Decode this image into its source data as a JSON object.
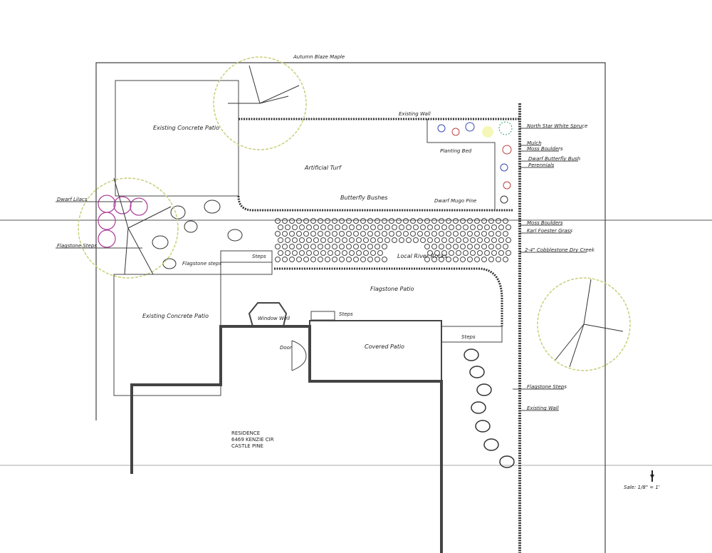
{
  "labels": {
    "autumn_blaze_maple": "Autumn Blaze Maple",
    "existing_wall_top": "Existing Wall",
    "existing_concrete_patio_top": "Existing Concrete Patio",
    "artificial_turf": "Artificial Turf",
    "planting_bed": "Planting Bed",
    "butterfly_bushes": "Butterfly Bushes",
    "dwarf_mugo_pine": "Dwarf Mugo Pine",
    "north_star_white_spruce": "North Star White Spruce",
    "mulch": "Mulch",
    "moss_boulders_1": "Moss Boulders",
    "dwarf_butterfly_bush": "Dwarf Butterfly Bush",
    "perennials": "Perennials",
    "moss_boulders_2": "Moss Boulders",
    "karl_foerster_grass": "Karl Foester Grass",
    "cobblestone_dry_creek": "2-4\" Cobblestone Dry Creek",
    "dwarf_lilacs": "Dwarf Lilacs",
    "flagstone_steps_left": "Flagstone Steps",
    "flagstone_steps_mid": "Flagstone steps",
    "steps_top": "Steps",
    "local_river_rocks": "Local River Rocks",
    "flagstone_patio": "Flagstone Patio",
    "existing_concrete_patio_bottom": "Existing Concrete Patio",
    "window_well": "Window Well",
    "steps_small": "Steps",
    "door": "Door",
    "covered_patio": "Covered Patio",
    "steps_right": "Steps",
    "flagstone_steps_right": "Flagstone Steps",
    "existing_wall_right": "Existing Wall",
    "residence": "RESIDENCE",
    "address": "6469 KENZIE CIR",
    "city": "CASTLE PINE",
    "scale": "Sale: 1/8\" = 1'"
  },
  "colors": {
    "tree": "#c9cf7a",
    "lilac": "#b0489e",
    "line": "#333333"
  }
}
